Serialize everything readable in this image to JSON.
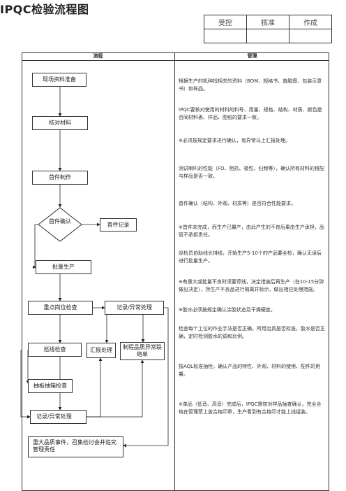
{
  "title": "IPQC检验流程图",
  "signoff": {
    "headers": [
      "受控",
      "核准",
      "作成"
    ]
  },
  "columns": {
    "flow": "流程",
    "management": "管理"
  },
  "flow": {
    "prep": "现场资料准备",
    "verify_materials": "核对材料",
    "first_piece_make": "首件制作",
    "first_piece_check": "首件确认",
    "first_piece_record": "首件记录",
    "mass_production": "批量生产",
    "key_station_check": "重点岗位检查",
    "record_exception_1": "记录/异常处理",
    "patrol_check": "巡线检查",
    "report_handling": "汇报处理",
    "quality_exception_form": "制程品质异常联络单",
    "board_sampling": "抽板抽箱检查",
    "record_exception_2": "记录/异常处理",
    "major_quality_event": "重大品质事件，召集检讨会并追究管理责任"
  },
  "notes": [
    "根据生产的机种找相关的资料（BOM、规格书、施胶图、包装示意书）和样品。",
    "IPQC要核对使用的材料的料号、用量、规格、结构、材质、颜色是否同材料表、样品、图纸的要求一致。",
    "※必须按规定要求进行确认，有异常马上汇报处理。",
    "测试喇叭的性能（FO、阻抗、极性、扫频等），确认所有材料的搭配与样品是否一致。",
    "首件确认（结构、外观、材质等）是否符合性能要求。",
    "※首件未完成，而生产已量产，由此产生的不良后果由生产承担，品管不承担责任。",
    "巡检员协助线长排线，开始生产5-10个的产品要全检，确认无误后进行批量生产。",
    "※有重大或批量不良时须要停线，决定措施后再生产（在10-15分钟做出决定），所生产不良品进行隔离并标示，做出相应处理措施。",
    "※胶水必须按规定确认涂胶状态及干燥硬度。",
    "检查每个工位的作业手法是否正确，所用治具是否标准，胶水是否正确，定时检测胶水的调和比例。",
    "按AQL标准抽检，确认产品的特性、外观、材料的使用、配件的用量。",
    "※单品（低音、高音）完成后，IPQC需核对样品抽查确认，完全合格在管理票上盖合格印章，生产看到有合格印才能上线组装。"
  ]
}
